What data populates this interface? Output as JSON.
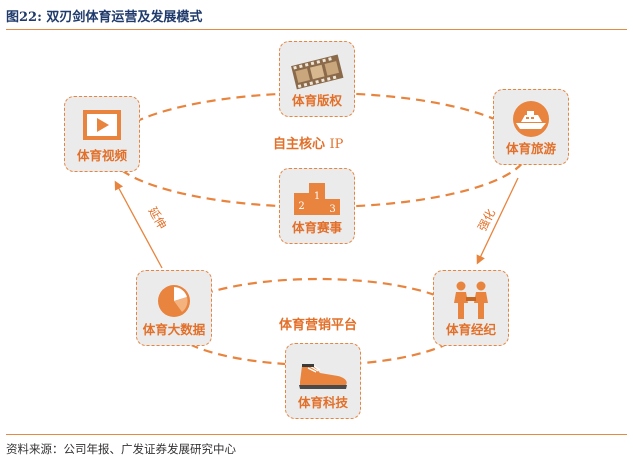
{
  "figure": {
    "title": "图22:  双刃剑体育运营及发展模式",
    "source": "资料来源：公司年报、广发证券发展研究中心"
  },
  "nodes": {
    "copyright": "体育版权",
    "video": "体育视频",
    "tourism": "体育旅游",
    "events": "体育赛事",
    "bigdata": "体育大数据",
    "agent": "体育经纪",
    "tech": "体育科技"
  },
  "podium_numbers": [
    "1",
    "2",
    "3"
  ],
  "centers": {
    "top_main": "自主核心",
    "top_suffix": "IP",
    "bottom": "体育营销平台"
  },
  "arrows": {
    "extend": "延伸",
    "strengthen": "强化"
  },
  "colors": {
    "accent": "#e8843e",
    "label": "#e2702a",
    "title": "#1f3a6b",
    "box_bg": "#ebebeb"
  },
  "icons": {
    "copyright": "film-strip-icon",
    "video": "play-button-icon",
    "tourism": "yacht-icon",
    "events": "podium-icon",
    "bigdata": "pie-chart-icon",
    "agent": "handshake-icon",
    "tech": "sneaker-icon"
  }
}
